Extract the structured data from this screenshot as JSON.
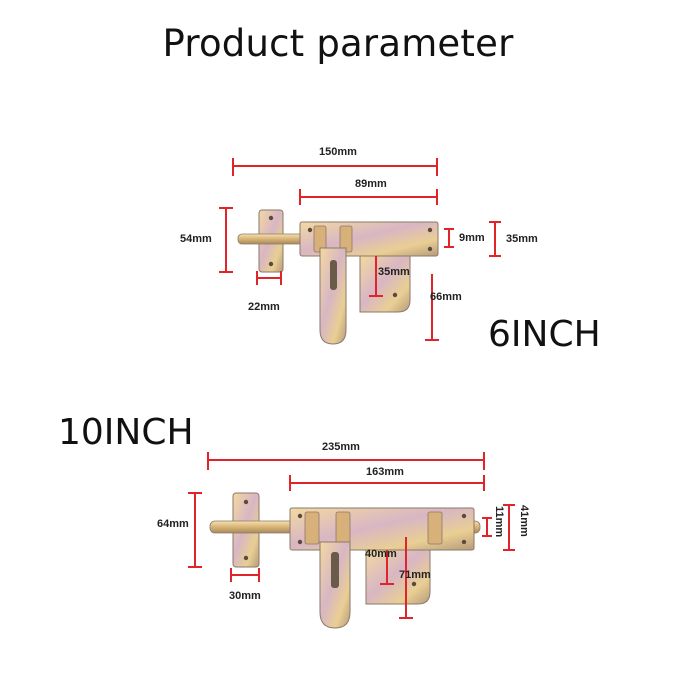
{
  "title": "Product parameter",
  "variants": [
    {
      "label": "6INCH",
      "dimensions": {
        "total_length": "150mm",
        "plate_length": "89mm",
        "keeper_height": "54mm",
        "keeper_width": "22mm",
        "bolt_diameter": "9mm",
        "plate_height": "35mm",
        "handle_offset": "35mm",
        "handle_drop": "66mm"
      }
    },
    {
      "label": "10INCH",
      "dimensions": {
        "total_length": "235mm",
        "plate_length": "163mm",
        "keeper_height": "64mm",
        "keeper_width": "30mm",
        "bolt_diameter": "11mm",
        "plate_height": "41mm",
        "handle_offset": "40mm",
        "handle_drop": "71mm"
      }
    }
  ],
  "colors": {
    "dimension_line": "#e0242a",
    "metal_light": "#e8c88a",
    "metal_mid": "#c9a8b8",
    "metal_dark": "#8a7a6a"
  }
}
